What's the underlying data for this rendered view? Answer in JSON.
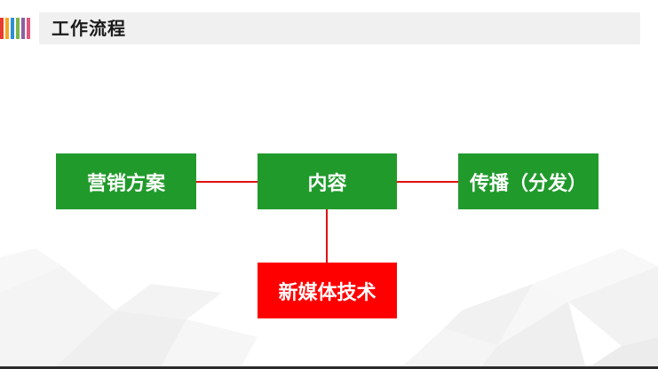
{
  "header": {
    "title": "工作流程"
  },
  "colors": {
    "node_green": "#219a2c",
    "node_red": "#ff0000",
    "connector": "#e01010",
    "header_bg": "#f0f0f0",
    "stripes": [
      "#e63b2e",
      "#f5a623",
      "#2c8fd6",
      "#7ab648",
      "#8e5ea2",
      "#e2557c"
    ]
  },
  "diagram": {
    "center": {
      "label": "内容"
    },
    "left": {
      "label": "营销方案"
    },
    "right": {
      "label": "传播（分发）"
    },
    "bottom": {
      "label": "新媒体技术"
    }
  }
}
